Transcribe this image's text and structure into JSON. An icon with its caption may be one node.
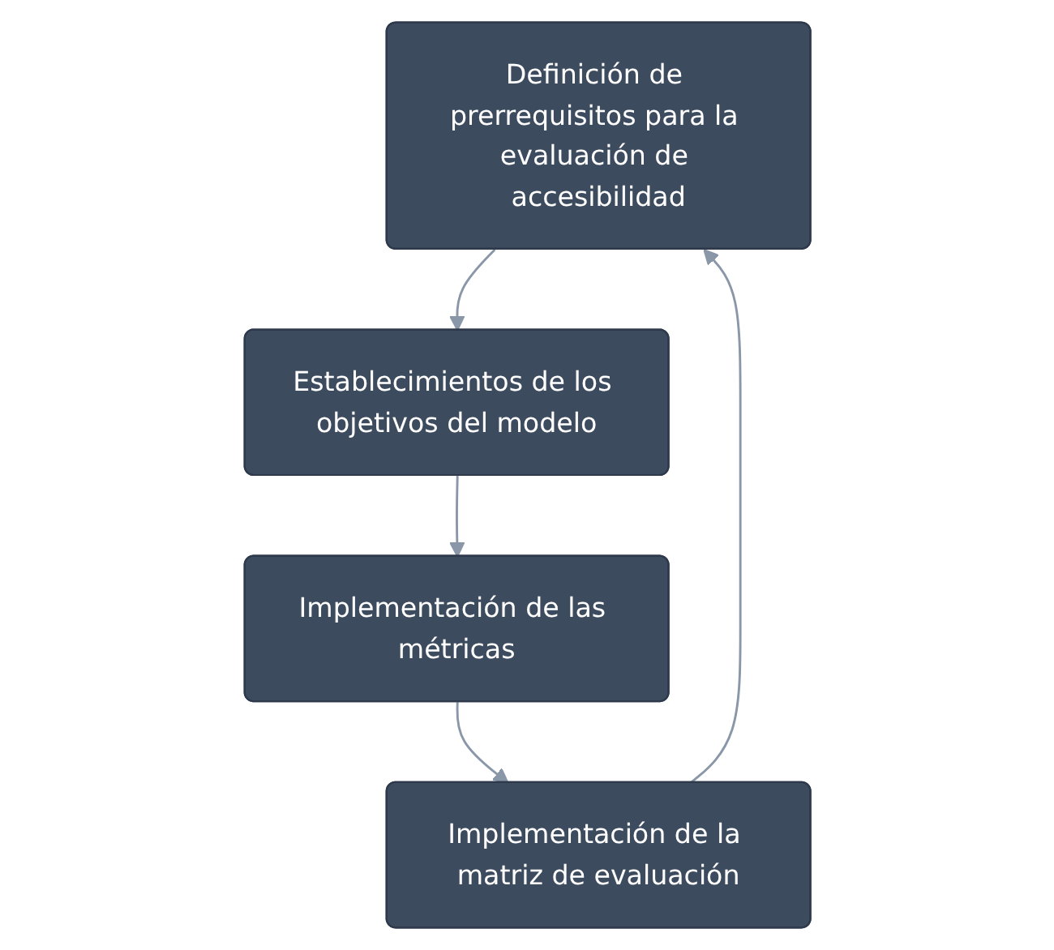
{
  "diagram": {
    "nodes": [
      {
        "text": [
          "Definición de prerrequisitos para la evaluación de accesibilidad"
        ]
      },
      {
        "text": [
          "Establecimientos de los objetivos del modelo"
        ]
      },
      {
        "text": [
          "Implementación de las métricas"
        ]
      },
      {
        "text": [
          "Implementación de la matriz de evaluación"
        ]
      }
    ],
    "edges": [
      {
        "from": 0,
        "to": 1,
        "arrow": "to"
      },
      {
        "from": 1,
        "to": 2,
        "arrow": "to"
      },
      {
        "from": 2,
        "to": 3,
        "arrow": "to"
      },
      {
        "from": 3,
        "to": 0,
        "arrow": "to"
      }
    ]
  }
}
